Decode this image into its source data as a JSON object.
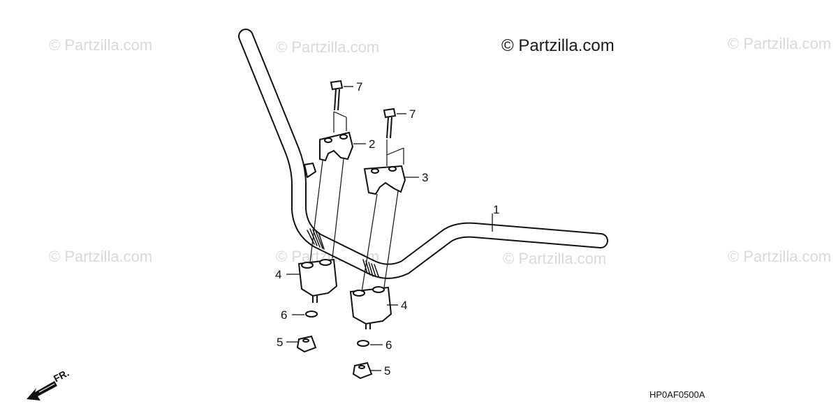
{
  "brand": {
    "text": "© Partzilla.com"
  },
  "watermark": {
    "text": "© Partzilla.com"
  },
  "diagram_code": "HP0AF0500A",
  "direction_label": "FR.",
  "callouts": [
    {
      "id": "c1",
      "label": "1"
    },
    {
      "id": "c2",
      "label": "2"
    },
    {
      "id": "c3",
      "label": "3"
    },
    {
      "id": "c4a",
      "label": "4"
    },
    {
      "id": "c4b",
      "label": "4"
    },
    {
      "id": "c5a",
      "label": "5"
    },
    {
      "id": "c5b",
      "label": "5"
    },
    {
      "id": "c6a",
      "label": "6"
    },
    {
      "id": "c6b",
      "label": "6"
    },
    {
      "id": "c7a",
      "label": "7"
    },
    {
      "id": "c7b",
      "label": "7"
    }
  ]
}
